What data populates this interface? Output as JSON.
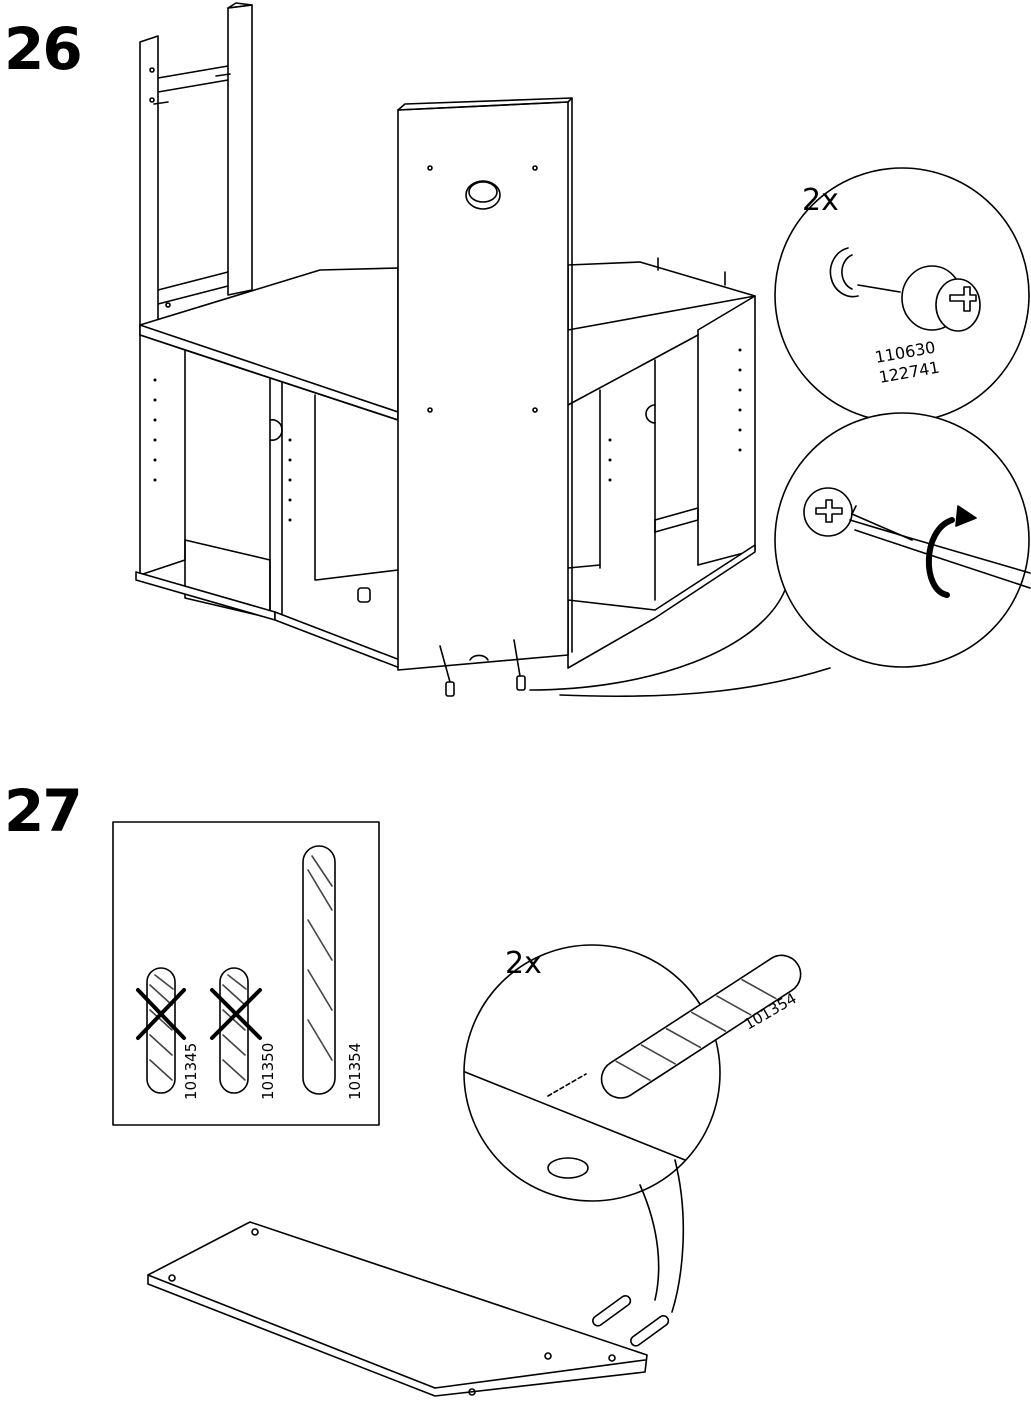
{
  "steps": [
    {
      "number": "26",
      "callouts": [
        {
          "quantity": "2x",
          "part_numbers": [
            "110630",
            "122741"
          ]
        },
        {
          "tool": "screwdriver",
          "action": "turn-clockwise"
        }
      ]
    },
    {
      "number": "27",
      "dowel_box": [
        {
          "part_number": "101345",
          "crossed_out": true
        },
        {
          "part_number": "101350",
          "crossed_out": true
        },
        {
          "part_number": "101354",
          "crossed_out": false
        }
      ],
      "callout": {
        "quantity": "2x",
        "part_number": "101354"
      }
    }
  ],
  "colors": {
    "line": "#000000",
    "background": "#ffffff",
    "hatch": "#444444"
  }
}
